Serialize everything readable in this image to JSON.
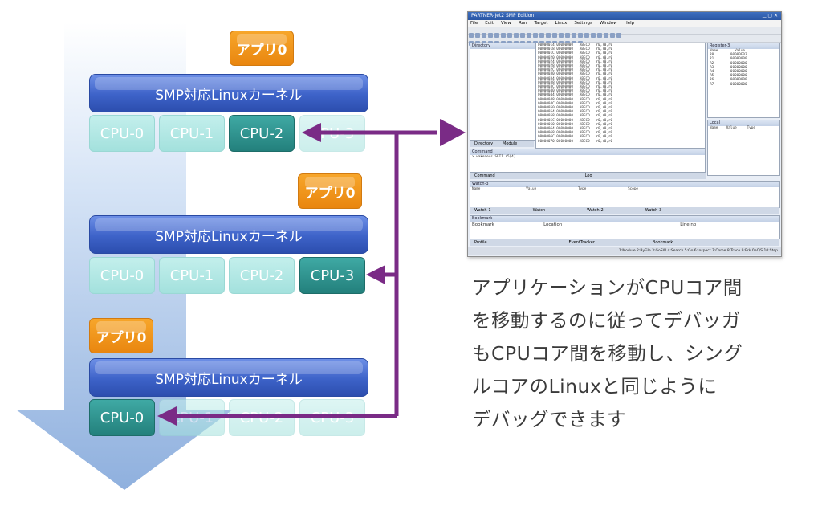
{
  "app_label": "アプリ0",
  "kernel_label": "SMP対応Linuxカーネル",
  "cpu_labels": [
    "CPU-0",
    "CPU-1",
    "CPU-2",
    "CPU-3"
  ],
  "debugger_window": {
    "title": "PARTNER-Jet2 SMP Edition",
    "menu": [
      "File",
      "Edit",
      "View",
      "Run",
      "Target",
      "Linux",
      "Settings",
      "Window",
      "Help"
    ],
    "panels": {
      "directory": "Directory",
      "register": "Register-3",
      "command": "Command",
      "local": "Local",
      "watch": "Watch-3",
      "bookmark": "Bookmark"
    },
    "register_headers": [
      "Name",
      "Value"
    ],
    "register_rows": [
      [
        "R0",
        "00000F03"
      ],
      [
        "R1",
        "00000000"
      ],
      [
        "R2",
        "00000000"
      ],
      [
        "R3",
        "00000000"
      ],
      [
        "R4",
        "00000000"
      ],
      [
        "R5",
        "00000000"
      ],
      [
        "R6",
        "00000000"
      ],
      [
        "R7",
        "00000000"
      ]
    ],
    "local_headers": [
      "Name",
      "Value",
      "Type"
    ],
    "watch_headers": [
      "Name",
      "Value",
      "Type",
      "Scope"
    ],
    "bookmark_headers": [
      "Bookmark",
      "Location",
      "Line no"
    ],
    "dir_tabs": [
      "Directory",
      "Module"
    ],
    "cmd_tabs": [
      "Command",
      "Log"
    ],
    "watch_tabs": [
      "Watch-1",
      "Watch",
      "Watch-2",
      "Watch-3"
    ],
    "bottom_tabs": [
      "Profile",
      "EventTracker",
      "Bookmark"
    ],
    "command_line": "> wakeness SET1 r5[4]",
    "statusbar": "1:Module 2:ByFile 3:GoSW 4:Search 5:Go 6:Inspect 7:Come 8:Trace 9:Brk 0eC/S 10:Step"
  },
  "caption_lines": [
    "アプリケーションがCPUコア間",
    "を移動するのに従ってデバッガ",
    "もCPUコア間を移動し、シング",
    "ルコアのLinuxと同じように",
    "デバッグできます"
  ],
  "colors": {
    "app": "#f39a1f",
    "kernel": "#3d62c8",
    "cpu_idle": "#b3e8e4",
    "cpu_active": "#2f918c",
    "arrow": "#7a2b86",
    "flow_arrow": "#a9c4e8"
  }
}
